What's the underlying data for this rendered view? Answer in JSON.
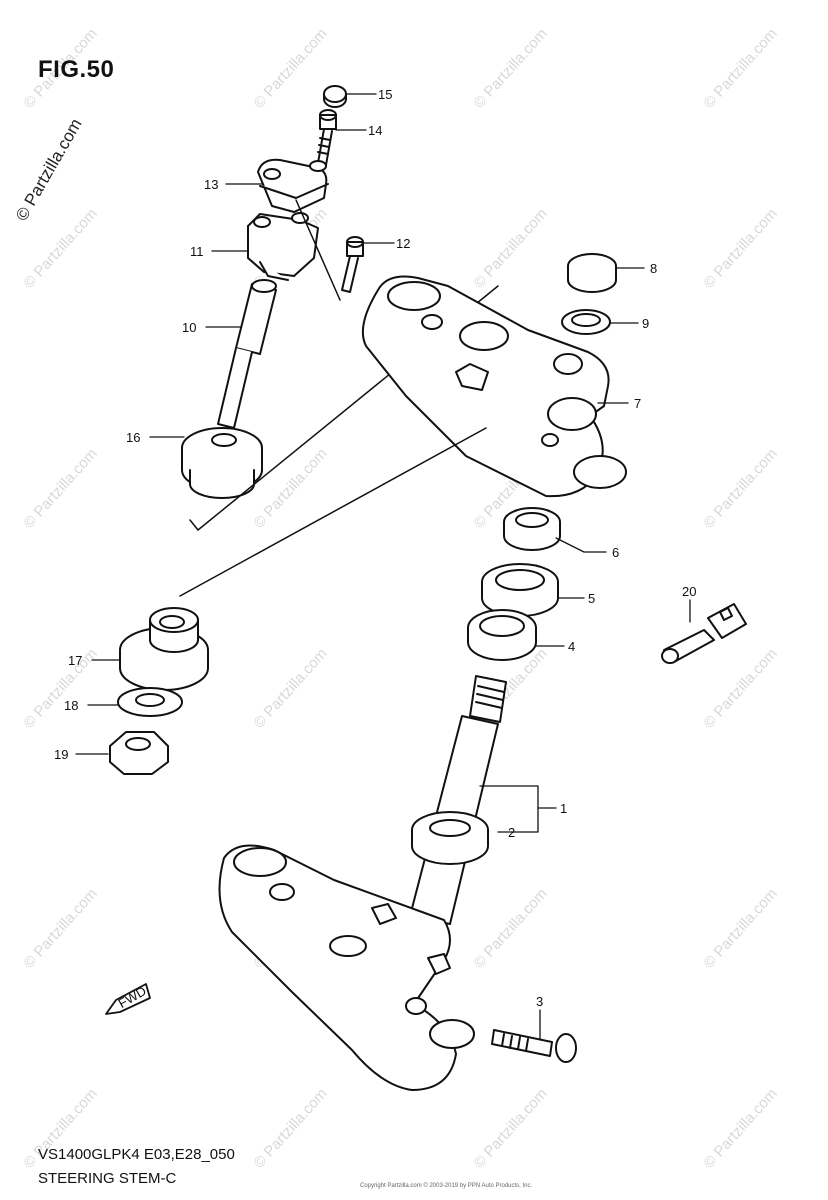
{
  "figure": {
    "title": "FIG.50",
    "model_code": "VS1400GLPK4 E03,E28_050",
    "name": "STEERING STEM-C",
    "copyright": "© Partzilla.com",
    "watermark": "© Partzilla.com",
    "tiny_print": "Copyright Partzilla.com © 2003-2019 by PPN Auto Products, Inc."
  },
  "fwd_label": "FWD",
  "callouts": [
    "15",
    "14",
    "13",
    "11",
    "12",
    "10",
    "16",
    "8",
    "9",
    "7",
    "6",
    "5",
    "4",
    "20",
    "17",
    "18",
    "19",
    "1",
    "2",
    "3"
  ]
}
